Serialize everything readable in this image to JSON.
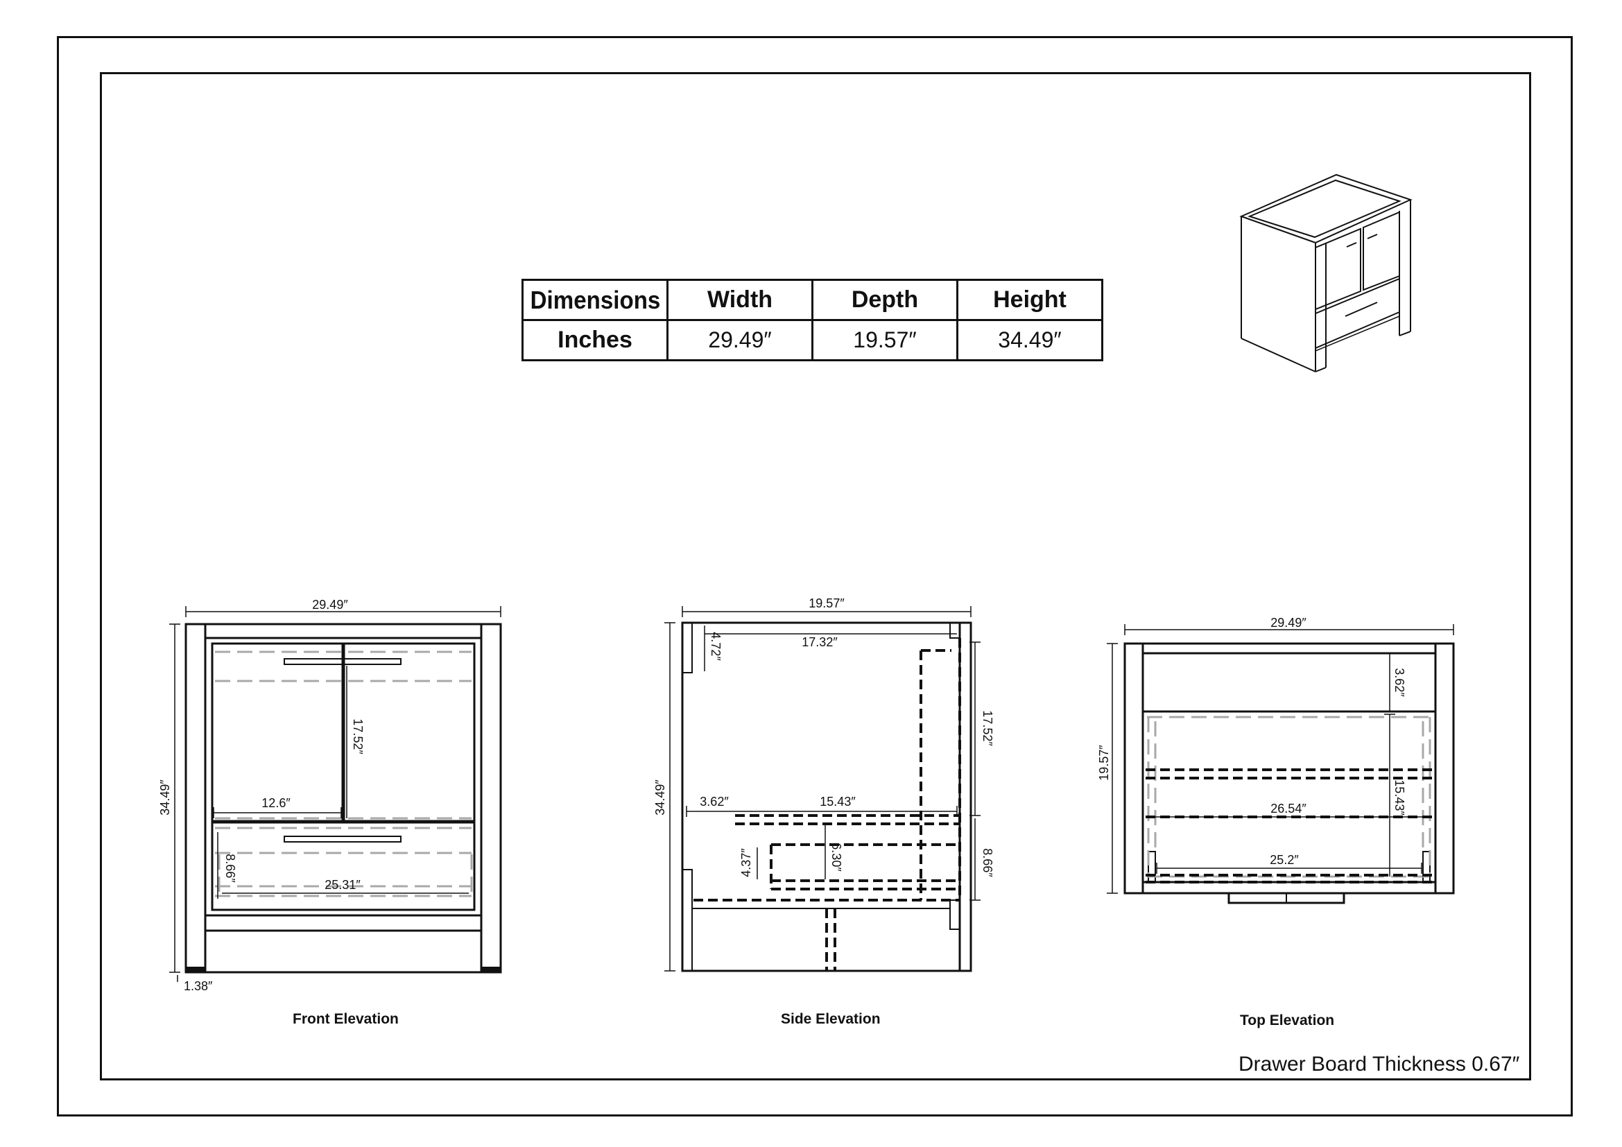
{
  "table": {
    "header": [
      "Dimensions",
      "Width",
      "Depth",
      "Height"
    ],
    "row": [
      "Inches",
      "29.49″",
      "19.57″",
      "34.49″"
    ]
  },
  "front": {
    "caption": "Front Elevation",
    "width": "29.49″",
    "height": "34.49″",
    "leg": "1.38″",
    "door_height": "17.52″",
    "door_width": "12.6″",
    "drawer_height": "8.66″",
    "drawer_width": "25.31″"
  },
  "side": {
    "caption": "Side Elevation",
    "depth": "19.57″",
    "height": "34.49″",
    "top_gap": "4.72″",
    "inner_depth": "17.32″",
    "door_height": "17.52″",
    "rail_offset": "3.62″",
    "rail_length": "15.43″",
    "drawer_front": "8.66″",
    "drawer_box": "6.30″",
    "drawer_side": "4.37″"
  },
  "top": {
    "caption": "Top Elevation",
    "width": "29.49″",
    "depth": "19.57″",
    "back_rail": "3.62″",
    "drawer_depth": "15.43″",
    "inner_width": "26.54″",
    "drawer_width": "25.2″"
  },
  "note": "Drawer Board Thickness 0.67″"
}
